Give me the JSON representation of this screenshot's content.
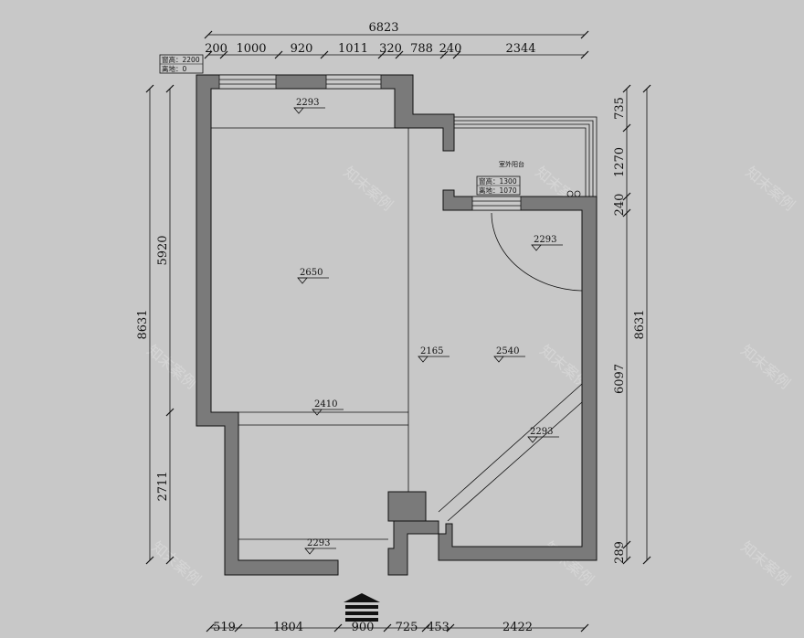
{
  "top_dims": {
    "overall": "6823",
    "segments": [
      "200",
      "1000",
      "920",
      "1011",
      "320",
      "788",
      "240",
      "2344"
    ]
  },
  "bottom_dims": {
    "segments": [
      "519",
      "1804",
      "900",
      "725",
      "453",
      "2422"
    ]
  },
  "left_dims": {
    "overall": "8631",
    "segments": [
      "5920",
      "2711"
    ]
  },
  "right_dims": {
    "overall": "8631",
    "segments": [
      "735",
      "1270",
      "240",
      "6097",
      "289"
    ]
  },
  "window_notes": {
    "top_left": {
      "height": "窗高：2200",
      "sill": "离地：0"
    },
    "balcony": {
      "height": "窗高：1300",
      "sill": "离地：1070"
    }
  },
  "room_labels": {
    "balcony": "室外阳台"
  },
  "levels": [
    "2293",
    "2650",
    "2410",
    "2293",
    "2293",
    "2165",
    "2540",
    "2293"
  ],
  "watermark": "知末案例",
  "colors": {
    "wall": "#7a7a7a",
    "background": "#c8c8c8",
    "line": "#111111"
  }
}
